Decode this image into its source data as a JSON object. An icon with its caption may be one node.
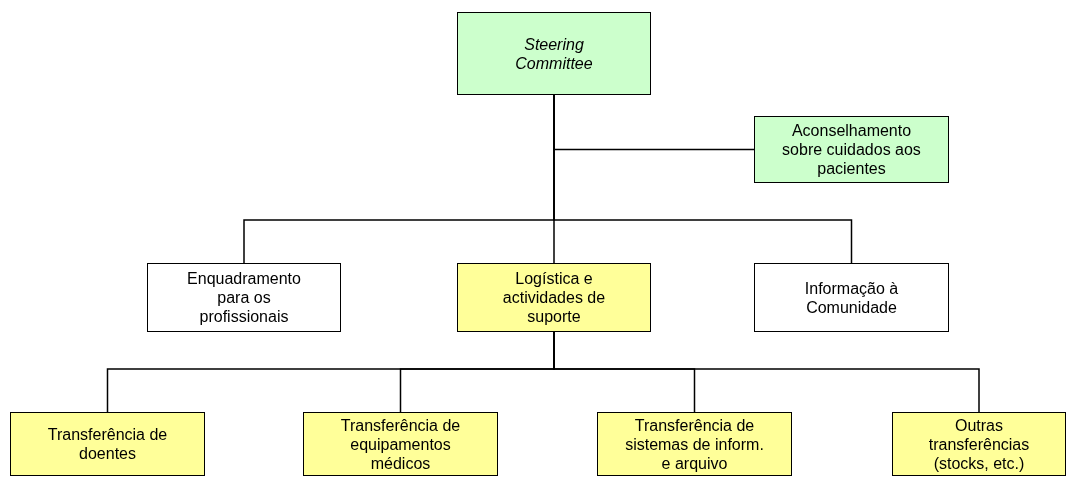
{
  "diagram": {
    "nodes": [
      {
        "text": [
          "Steering Committee"
        ]
      },
      {
        "text": [
          "Aconselhamento sobre cuidados aos pacientes"
        ]
      },
      {
        "text": [
          "Enquadramento para os profissionais"
        ]
      },
      {
        "text": [
          "Logística e actividades de suporte"
        ]
      },
      {
        "text": [
          "Informação à Comunidade"
        ]
      },
      {
        "text": [
          "Transferência de doentes"
        ]
      },
      {
        "text": [
          "Transferência de equipamentos médicos"
        ]
      },
      {
        "text": [
          "Transferência de sistemas de inform. e arquivo"
        ]
      },
      {
        "text": [
          "Outras transferências (stocks, etc.)"
        ]
      }
    ],
    "edges": [
      {
        "from": 0,
        "to": 1,
        "arrow": "none"
      },
      {
        "from": 0,
        "to": 2,
        "arrow": "none"
      },
      {
        "from": 0,
        "to": 3,
        "arrow": "none"
      },
      {
        "from": 0,
        "to": 4,
        "arrow": "none"
      },
      {
        "from": 3,
        "to": 5,
        "arrow": "none"
      },
      {
        "from": 3,
        "to": 6,
        "arrow": "none"
      },
      {
        "from": 3,
        "to": 7,
        "arrow": "none"
      },
      {
        "from": 3,
        "to": 8,
        "arrow": "none"
      }
    ]
  }
}
